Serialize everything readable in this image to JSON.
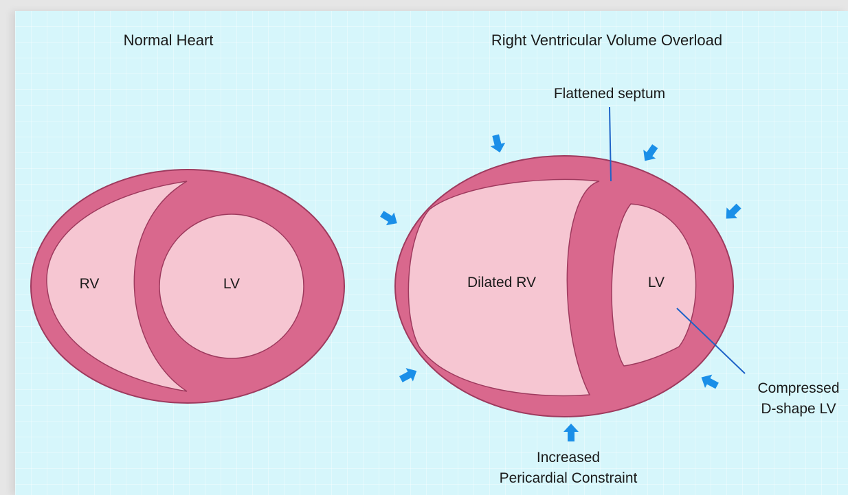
{
  "titles": {
    "normal": "Normal Heart",
    "overload": "Right Ventricular Volume Overload"
  },
  "normal_heart": {
    "rv_label": "RV",
    "lv_label": "LV"
  },
  "overload_heart": {
    "rv_label": "Dilated RV",
    "lv_label": "LV"
  },
  "annotations": {
    "septum": "Flattened septum",
    "compressed_lv_line1": "Compressed",
    "compressed_lv_line2": "D-shape LV",
    "constraint_line1": "Increased",
    "constraint_line2": "Pericardial Constraint"
  },
  "colors": {
    "background": "#d6f6fb",
    "wall": "#d9688d",
    "wall_outline": "#9e3a5e",
    "chamber": "#f6c6d2",
    "arrow": "#1a8fe8",
    "leader_line": "#1e63c8"
  },
  "icons": [
    "arrow-icon"
  ]
}
